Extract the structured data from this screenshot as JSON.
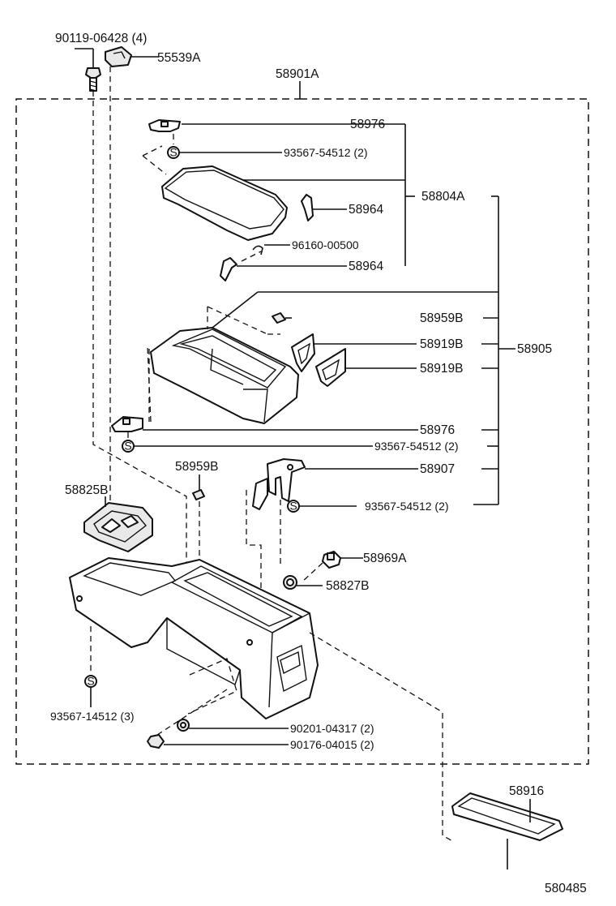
{
  "diagram": {
    "figure_number": "580485",
    "labels": {
      "bolt_top": "90119-06428 (4)",
      "clip_top": "55539A",
      "assembly": "58901A",
      "bracket_upper": "58976",
      "screw_upper": "93567-54512 (2)",
      "lid_assembly": "58804A",
      "hinge_right": "58964",
      "pin": "96160-00500",
      "hinge_left": "58964",
      "pad_upper": "58959B",
      "box_assembly": "58905",
      "plate_1": "58919B",
      "plate_2": "58919B",
      "bracket_lower": "58976",
      "screw_mid": "93567-54512 (2)",
      "pad_lower": "58959B",
      "bracket_lock": "58907",
      "screw_lock": "93567-54512 (2)",
      "ashtray": "58825B",
      "button": "58969A",
      "grommet": "58827B",
      "screw_bottom": "93567-14512 (3)",
      "nut_1": "90201-04317 (2)",
      "nut_2": "90176-04015 (2)",
      "mat": "58916"
    },
    "screw_symbol": "S"
  }
}
